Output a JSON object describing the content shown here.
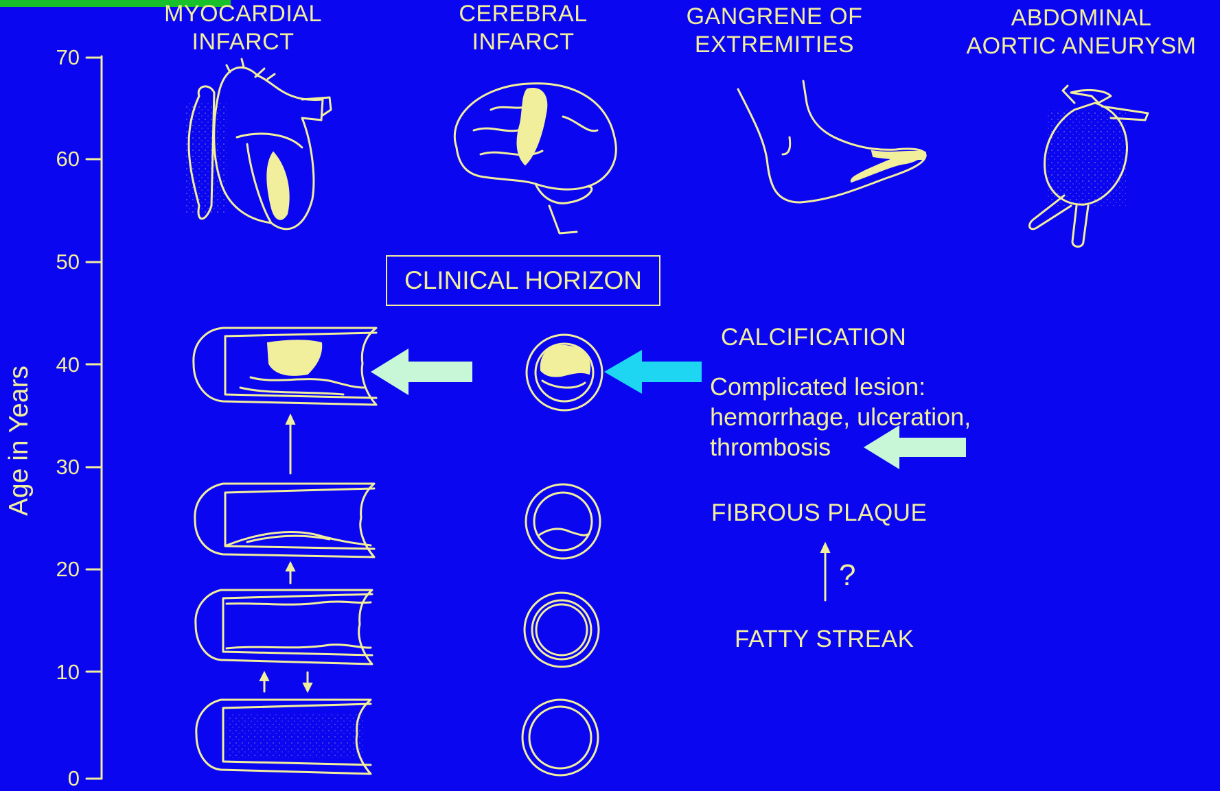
{
  "axis": {
    "title": "Age in Years",
    "ticks": [
      "70",
      "60",
      "50",
      "40",
      "30",
      "20",
      "10",
      "0"
    ]
  },
  "headers": {
    "myocardial": "MYOCARDIAL\nINFARCT",
    "cerebral": "CEREBRAL\nINFARCT",
    "gangrene": "GANGRENE OF\nEXTREMITIES",
    "aneurysm": "ABDOMINAL\nAORTIC ANEURYSM"
  },
  "clinical_horizon": "CLINICAL HORIZON",
  "stages": {
    "calcification": "CALCIFICATION",
    "complicated_lesion": "Complicated lesion:\nhemorrhage, ulceration,\nthrombosis",
    "fibrous_plaque": "FIBROUS PLAQUE",
    "question": "?",
    "fatty_streak": "FATTY STREAK"
  },
  "colors": {
    "background": "#0b06f0",
    "line_art": "#f2ef9c",
    "arrow_mint": "#c8f7d8",
    "arrow_cyan": "#1fd6f2",
    "corner_bar": "#18c12a"
  },
  "icons": [
    "heart-icon",
    "brain-icon",
    "foot-icon",
    "aortic-aneurysm-icon"
  ]
}
